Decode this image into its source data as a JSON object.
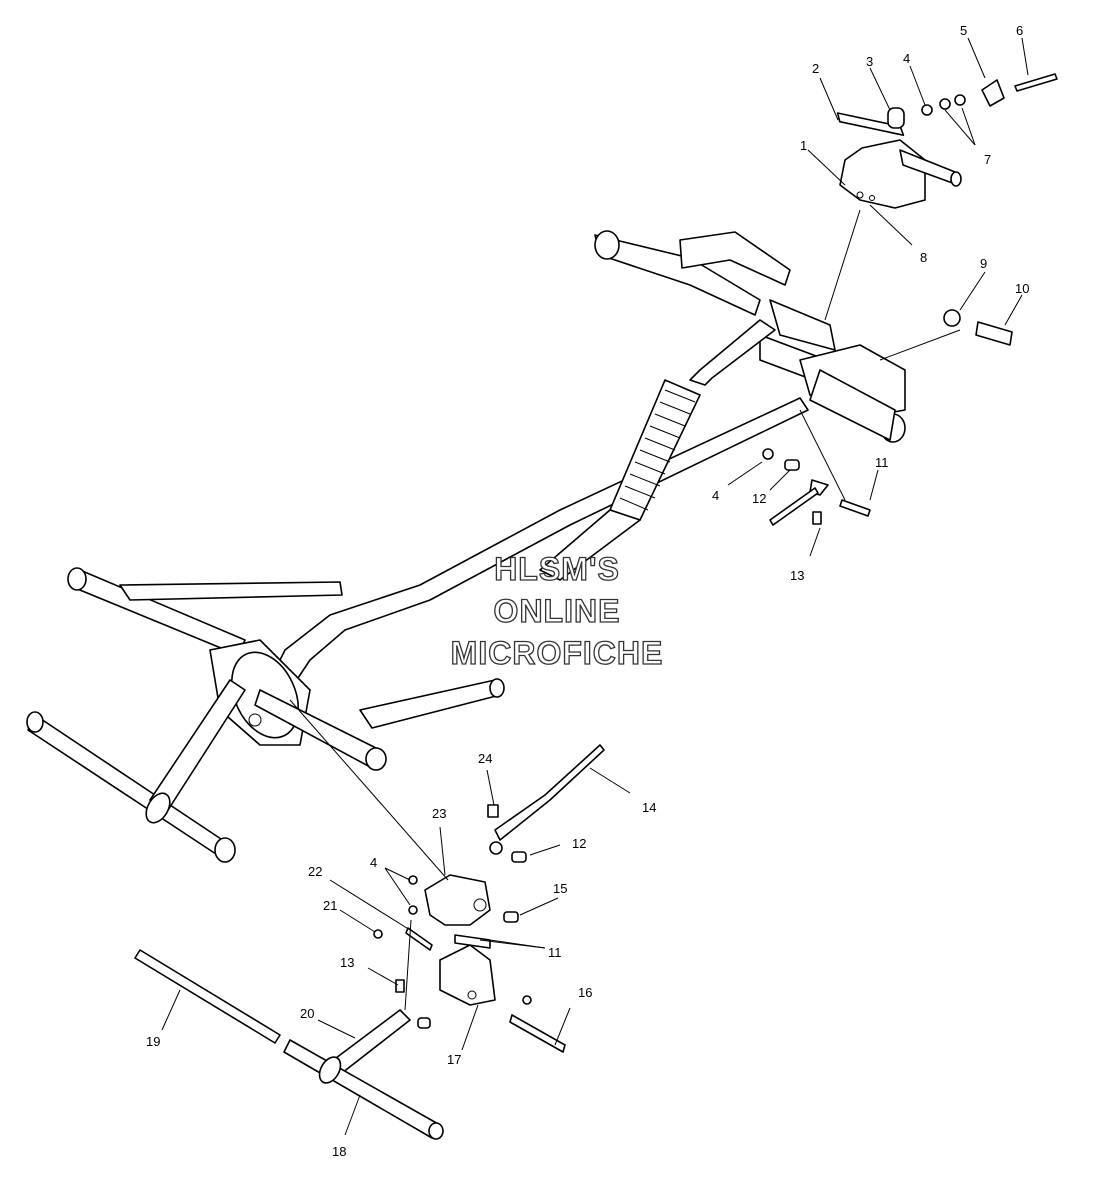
{
  "watermark": {
    "line1": "HLSM'S",
    "line2": "ONLINE",
    "line3": "MICROFICHE"
  },
  "callouts": {
    "c1": "1",
    "c2": "2",
    "c3": "3",
    "c4a": "4",
    "c5": "5",
    "c6": "6",
    "c7": "7",
    "c8": "8",
    "c9": "9",
    "c10": "10",
    "c11a": "11",
    "c4b": "4",
    "c12a": "12",
    "c13a": "13",
    "c24": "24",
    "c14": "14",
    "c23": "23",
    "c12b": "12",
    "c4c": "4",
    "c22": "22",
    "c15": "15",
    "c21": "21",
    "c11b": "11",
    "c13b": "13",
    "c16": "16",
    "c20": "20",
    "c19": "19",
    "c17": "17",
    "c18": "18"
  }
}
